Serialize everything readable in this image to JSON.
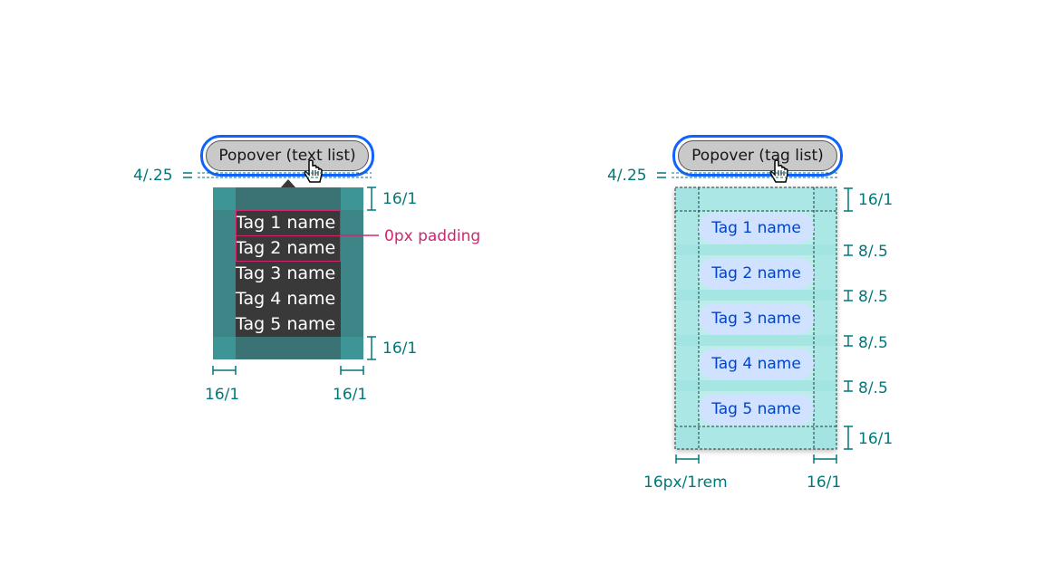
{
  "left_example": {
    "trigger_label": "Popover (text list)",
    "offset_label": "4/.25",
    "top_padding_label": "16/1",
    "bottom_padding_label": "16/1",
    "left_padding_label": "16/1",
    "right_padding_label": "16/1",
    "item_padding_label": "0px padding",
    "items": [
      "Tag 1 name",
      "Tag 2 name",
      "Tag 3 name",
      "Tag 4 name",
      "Tag 5 name"
    ]
  },
  "right_example": {
    "trigger_label": "Popover (tag list)",
    "offset_label": "4/.25",
    "top_padding_label": "16/1",
    "gap_labels": [
      "8/.5",
      "8/.5",
      "8/.5",
      "8/.5"
    ],
    "bottom_padding_label": "16/1",
    "left_padding_label": "16px/1rem",
    "right_padding_label": "16/1",
    "tags": [
      "Tag 1 name",
      "Tag 2 name",
      "Tag 3 name",
      "Tag 4 name",
      "Tag 5 name"
    ]
  },
  "colors": {
    "annotation": "#00787a",
    "callout": "#d02670",
    "focus_ring": "#0f62fe",
    "popover_dark": "#393939",
    "padding_overlay": "#3ea2a4",
    "tag_bg": "#d0e2ff",
    "tag_text": "#0043ce"
  },
  "icons": [
    "pointer-hand-cursor-icon",
    "caret-up-icon"
  ]
}
